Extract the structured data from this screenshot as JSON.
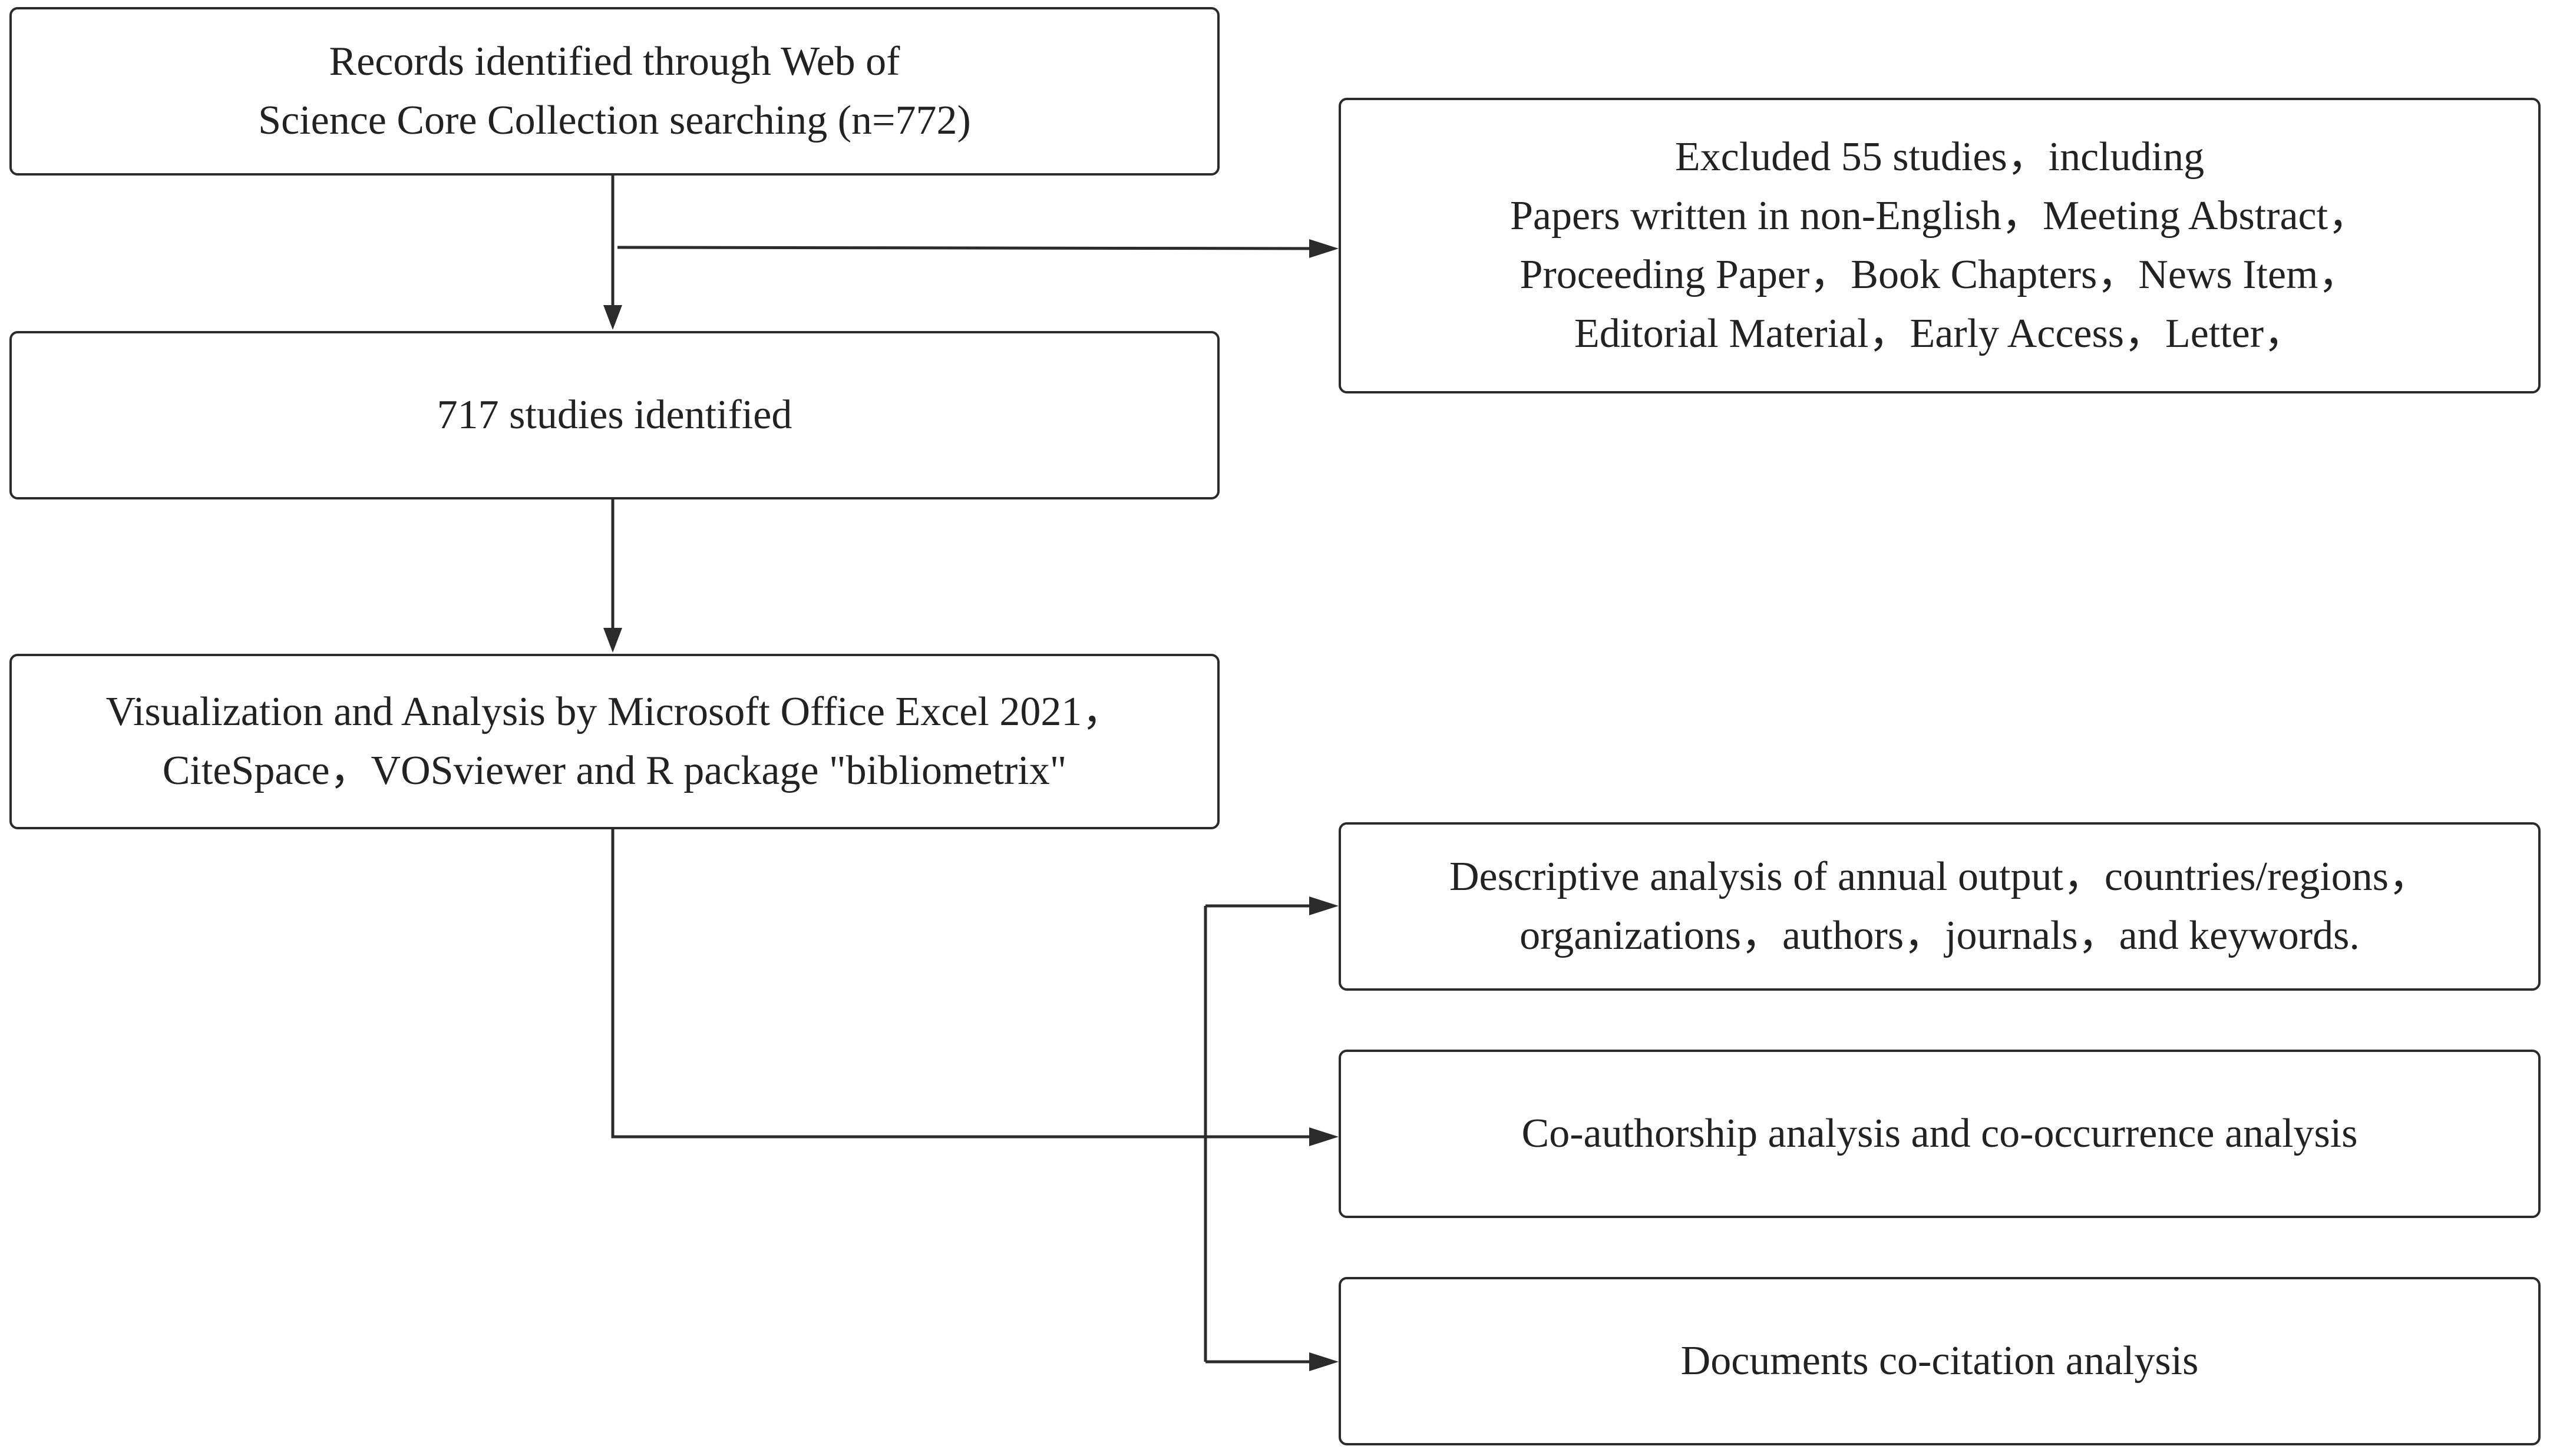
{
  "nodes": {
    "records": {
      "lines": [
        "Records identified through Web of",
        "Science Core Collection searching (n=772)"
      ]
    },
    "excluded": {
      "lines": [
        "Excluded 55 studies，including",
        "Papers written in non-English，Meeting Abstract，",
        "Proceeding Paper，Book Chapters，News Item，",
        "Editorial Material，Early Access，Letter，"
      ]
    },
    "identified": {
      "lines": [
        "717 studies identified"
      ]
    },
    "visualization": {
      "lines": [
        "Visualization and Analysis by Microsoft Office Excel 2021，",
        "CiteSpace，VOSviewer and R package \"bibliometrix\""
      ]
    },
    "descriptive": {
      "lines": [
        "Descriptive analysis of annual output，countries/regions，",
        "organizations，authors，journals，and keywords."
      ]
    },
    "coauthorship": {
      "lines": [
        "Co-authorship analysis and co-occurrence analysis"
      ]
    },
    "cocitation": {
      "lines": [
        "Documents co-citation analysis"
      ]
    }
  },
  "colors": {
    "stroke": "#2b2b2b",
    "background": "#ffffff",
    "text": "#222222"
  }
}
